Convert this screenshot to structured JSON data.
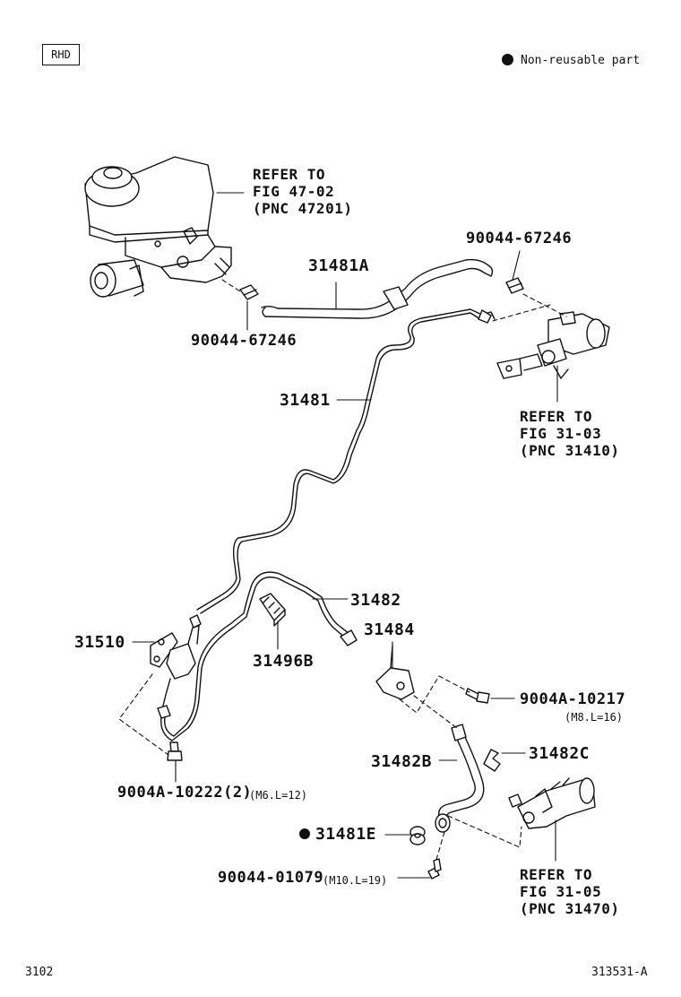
{
  "badge": "RHD",
  "legend": {
    "symbol": "filled-circle",
    "text": "Non-reusable part"
  },
  "refers": {
    "master_cylinder": [
      "REFER TO",
      "FIG 47-02",
      "(PNC 47201)"
    ],
    "clutch_master": [
      "REFER TO",
      "FIG 31-03",
      "(PNC 31410)"
    ],
    "release_cylinder": [
      "REFER TO",
      "FIG 31-05",
      "(PNC 31470)"
    ]
  },
  "labels": {
    "clip_top": "90044-67246",
    "hose_31481a": "31481A",
    "clip_left": "90044-67246",
    "tube_31481": "31481",
    "tube_31482": "31482",
    "clamp_31496b": "31496B",
    "bracket_31484": "31484",
    "damper_31510": "31510",
    "bolt_10217": "9004A-10217",
    "bolt_10217_spec": "(M8.L=16)",
    "hose_31482b": "31482B",
    "clip_31482c": "31482C",
    "bolt_10222": "9004A-10222(2)",
    "bolt_10222_spec": "(M6.L=12)",
    "gasket_31481e": "31481E",
    "bolt_01079": "90044-01079",
    "bolt_01079_spec": "(M10.L=19)"
  },
  "footer": {
    "left": "3102",
    "right": "313531-A"
  }
}
